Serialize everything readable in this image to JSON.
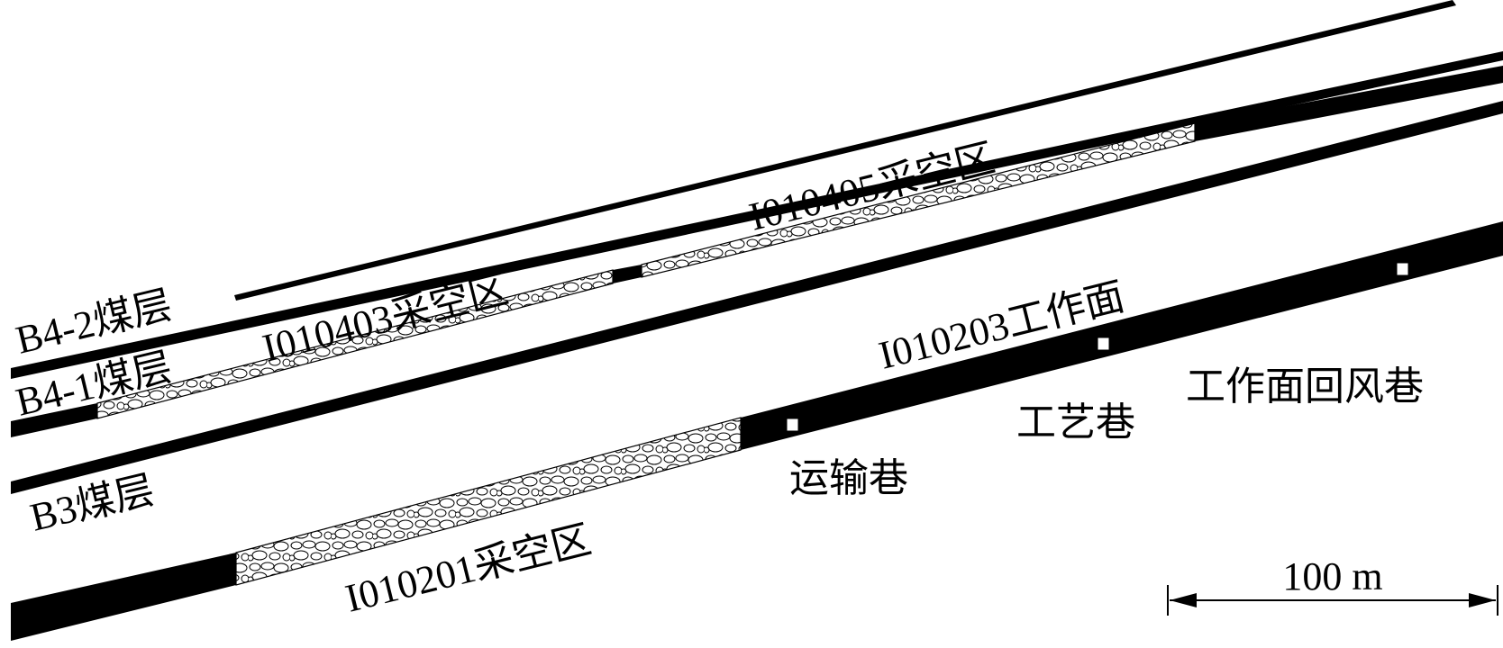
{
  "labels": {
    "seam_b4_2": "B4-2煤层",
    "seam_b4_1": "B4-1煤层",
    "seam_b3": "B3煤层",
    "goaf_i010403": "I010403采空区",
    "goaf_i010405": "I010405采空区",
    "goaf_i010201": "I010201采空区",
    "face_i010203": "I010203工作面",
    "roadway_transport": "运输巷",
    "roadway_process": "工艺巷",
    "roadway_return_air": "工作面回风巷"
  },
  "scale_bar": {
    "label": "100 m"
  },
  "colors": {
    "coal": "#000000",
    "background": "#ffffff",
    "goaf_outline": "#000000"
  }
}
